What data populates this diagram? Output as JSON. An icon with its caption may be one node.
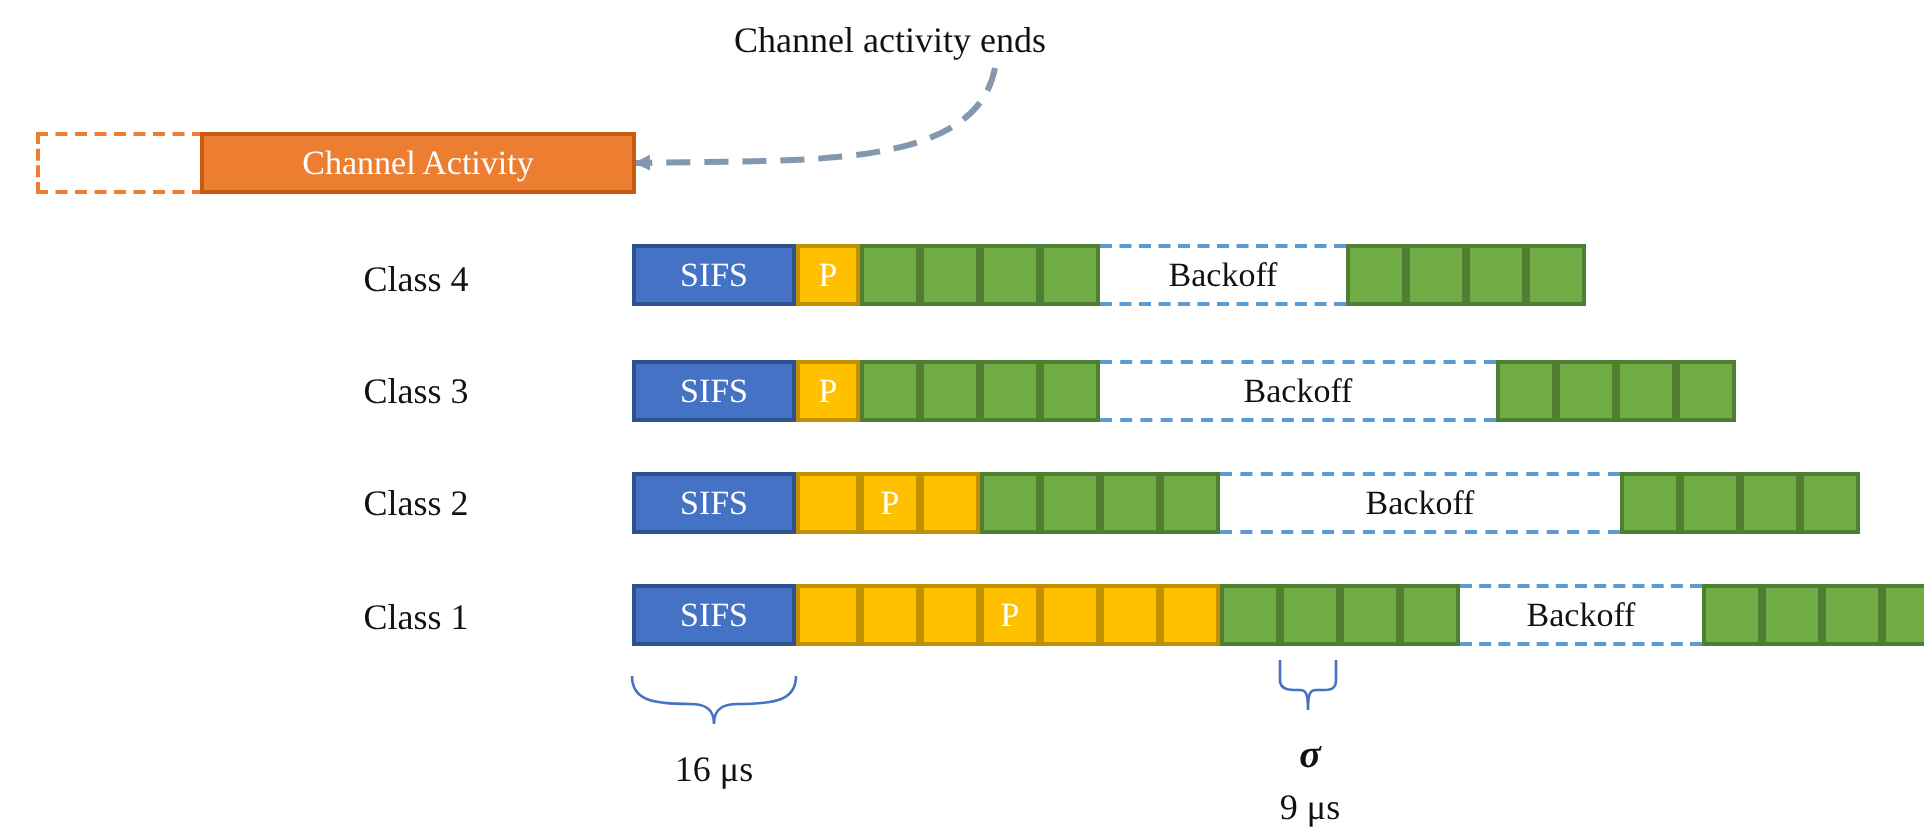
{
  "diagram": {
    "nodes": [
      {
        "text": [
          "Channel activity ends"
        ]
      },
      {
        "text": [],
        "shape": "box"
      },
      {
        "text": [
          "Channel Activity"
        ]
      },
      {
        "text": [
          "SIFS"
        ]
      },
      {
        "text": [
          "P"
        ]
      },
      {
        "text": [],
        "shape": "box"
      },
      {
        "text": [],
        "shape": "box"
      },
      {
        "text": [],
        "shape": "box"
      },
      {
        "text": [],
        "shape": "box"
      },
      {
        "text": [
          "Backoff"
        ]
      },
      {
        "text": [],
        "shape": "box"
      },
      {
        "text": [],
        "shape": "box"
      },
      {
        "text": [],
        "shape": "box"
      },
      {
        "text": [],
        "shape": "box"
      },
      {
        "text": [
          "SIFS"
        ]
      },
      {
        "text": [
          "P"
        ]
      },
      {
        "text": [],
        "shape": "box"
      },
      {
        "text": [],
        "shape": "box"
      },
      {
        "text": [],
        "shape": "box"
      },
      {
        "text": [],
        "shape": "box"
      },
      {
        "text": [
          "Backoff"
        ]
      },
      {
        "text": [],
        "shape": "box"
      },
      {
        "text": [],
        "shape": "box"
      },
      {
        "text": [],
        "shape": "box"
      },
      {
        "text": [],
        "shape": "box"
      },
      {
        "text": [
          "SIFS"
        ]
      },
      {
        "text": [],
        "shape": "box"
      },
      {
        "text": [
          "P"
        ]
      },
      {
        "text": [],
        "shape": "box"
      },
      {
        "text": [],
        "shape": "box"
      },
      {
        "text": [],
        "shape": "box"
      },
      {
        "text": [],
        "shape": "box"
      },
      {
        "text": [],
        "shape": "box"
      },
      {
        "text": [
          "Backoff"
        ]
      },
      {
        "text": [],
        "shape": "box"
      },
      {
        "text": [],
        "shape": "box"
      },
      {
        "text": [],
        "shape": "box"
      },
      {
        "text": [],
        "shape": "box"
      },
      {
        "text": [
          "SIFS"
        ]
      },
      {
        "text": [],
        "shape": "box"
      },
      {
        "text": [],
        "shape": "box"
      },
      {
        "text": [],
        "shape": "box"
      },
      {
        "text": [
          "P"
        ]
      },
      {
        "text": [],
        "shape": "box"
      },
      {
        "text": [],
        "shape": "box"
      },
      {
        "text": [],
        "shape": "box"
      },
      {
        "text": [],
        "shape": "box"
      },
      {
        "text": [],
        "shape": "box"
      },
      {
        "text": [],
        "shape": "box"
      },
      {
        "text": [],
        "shape": "box"
      },
      {
        "text": [
          "Backoff"
        ]
      },
      {
        "text": [],
        "shape": "box"
      },
      {
        "text": [],
        "shape": "box"
      },
      {
        "text": [],
        "shape": "box"
      },
      {
        "text": [],
        "shape": "box"
      }
    ],
    "edges": [
      {
        "from": 0,
        "to": 2,
        "arrow": "to",
        "style": "dashed",
        "color": "#8497b0"
      }
    ],
    "labels": [
      "Class 4",
      "Class 3",
      "Class 2",
      "Class 1",
      "16 μs",
      "σ",
      "9 μs"
    ]
  }
}
